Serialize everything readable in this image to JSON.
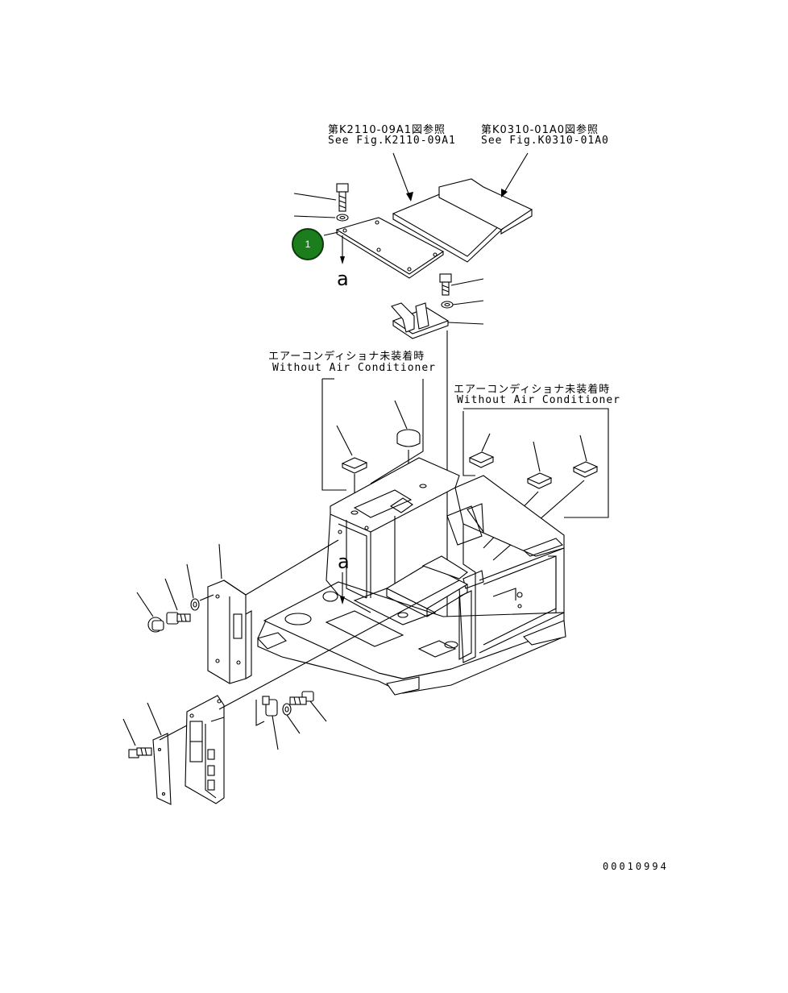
{
  "refs": {
    "ref_left_jp": "第K2110-09A1図参照",
    "ref_left_en": "See Fig.K2110-09A1",
    "ref_right_jp": "第K0310-01A0図参照",
    "ref_right_en": "See Fig.K0310-01A0"
  },
  "notes": {
    "center_jp": "エアーコンディショナ未装着時",
    "center_en": "Without Air Conditioner",
    "right_jp": "エアーコンディショナ未装着時",
    "right_en": "Without Air Conditioner"
  },
  "markers": {
    "a_top": "a",
    "a_mid": "a"
  },
  "callout": {
    "number": "1",
    "color": "#1b7d1b"
  },
  "drawing_number": "00010994"
}
